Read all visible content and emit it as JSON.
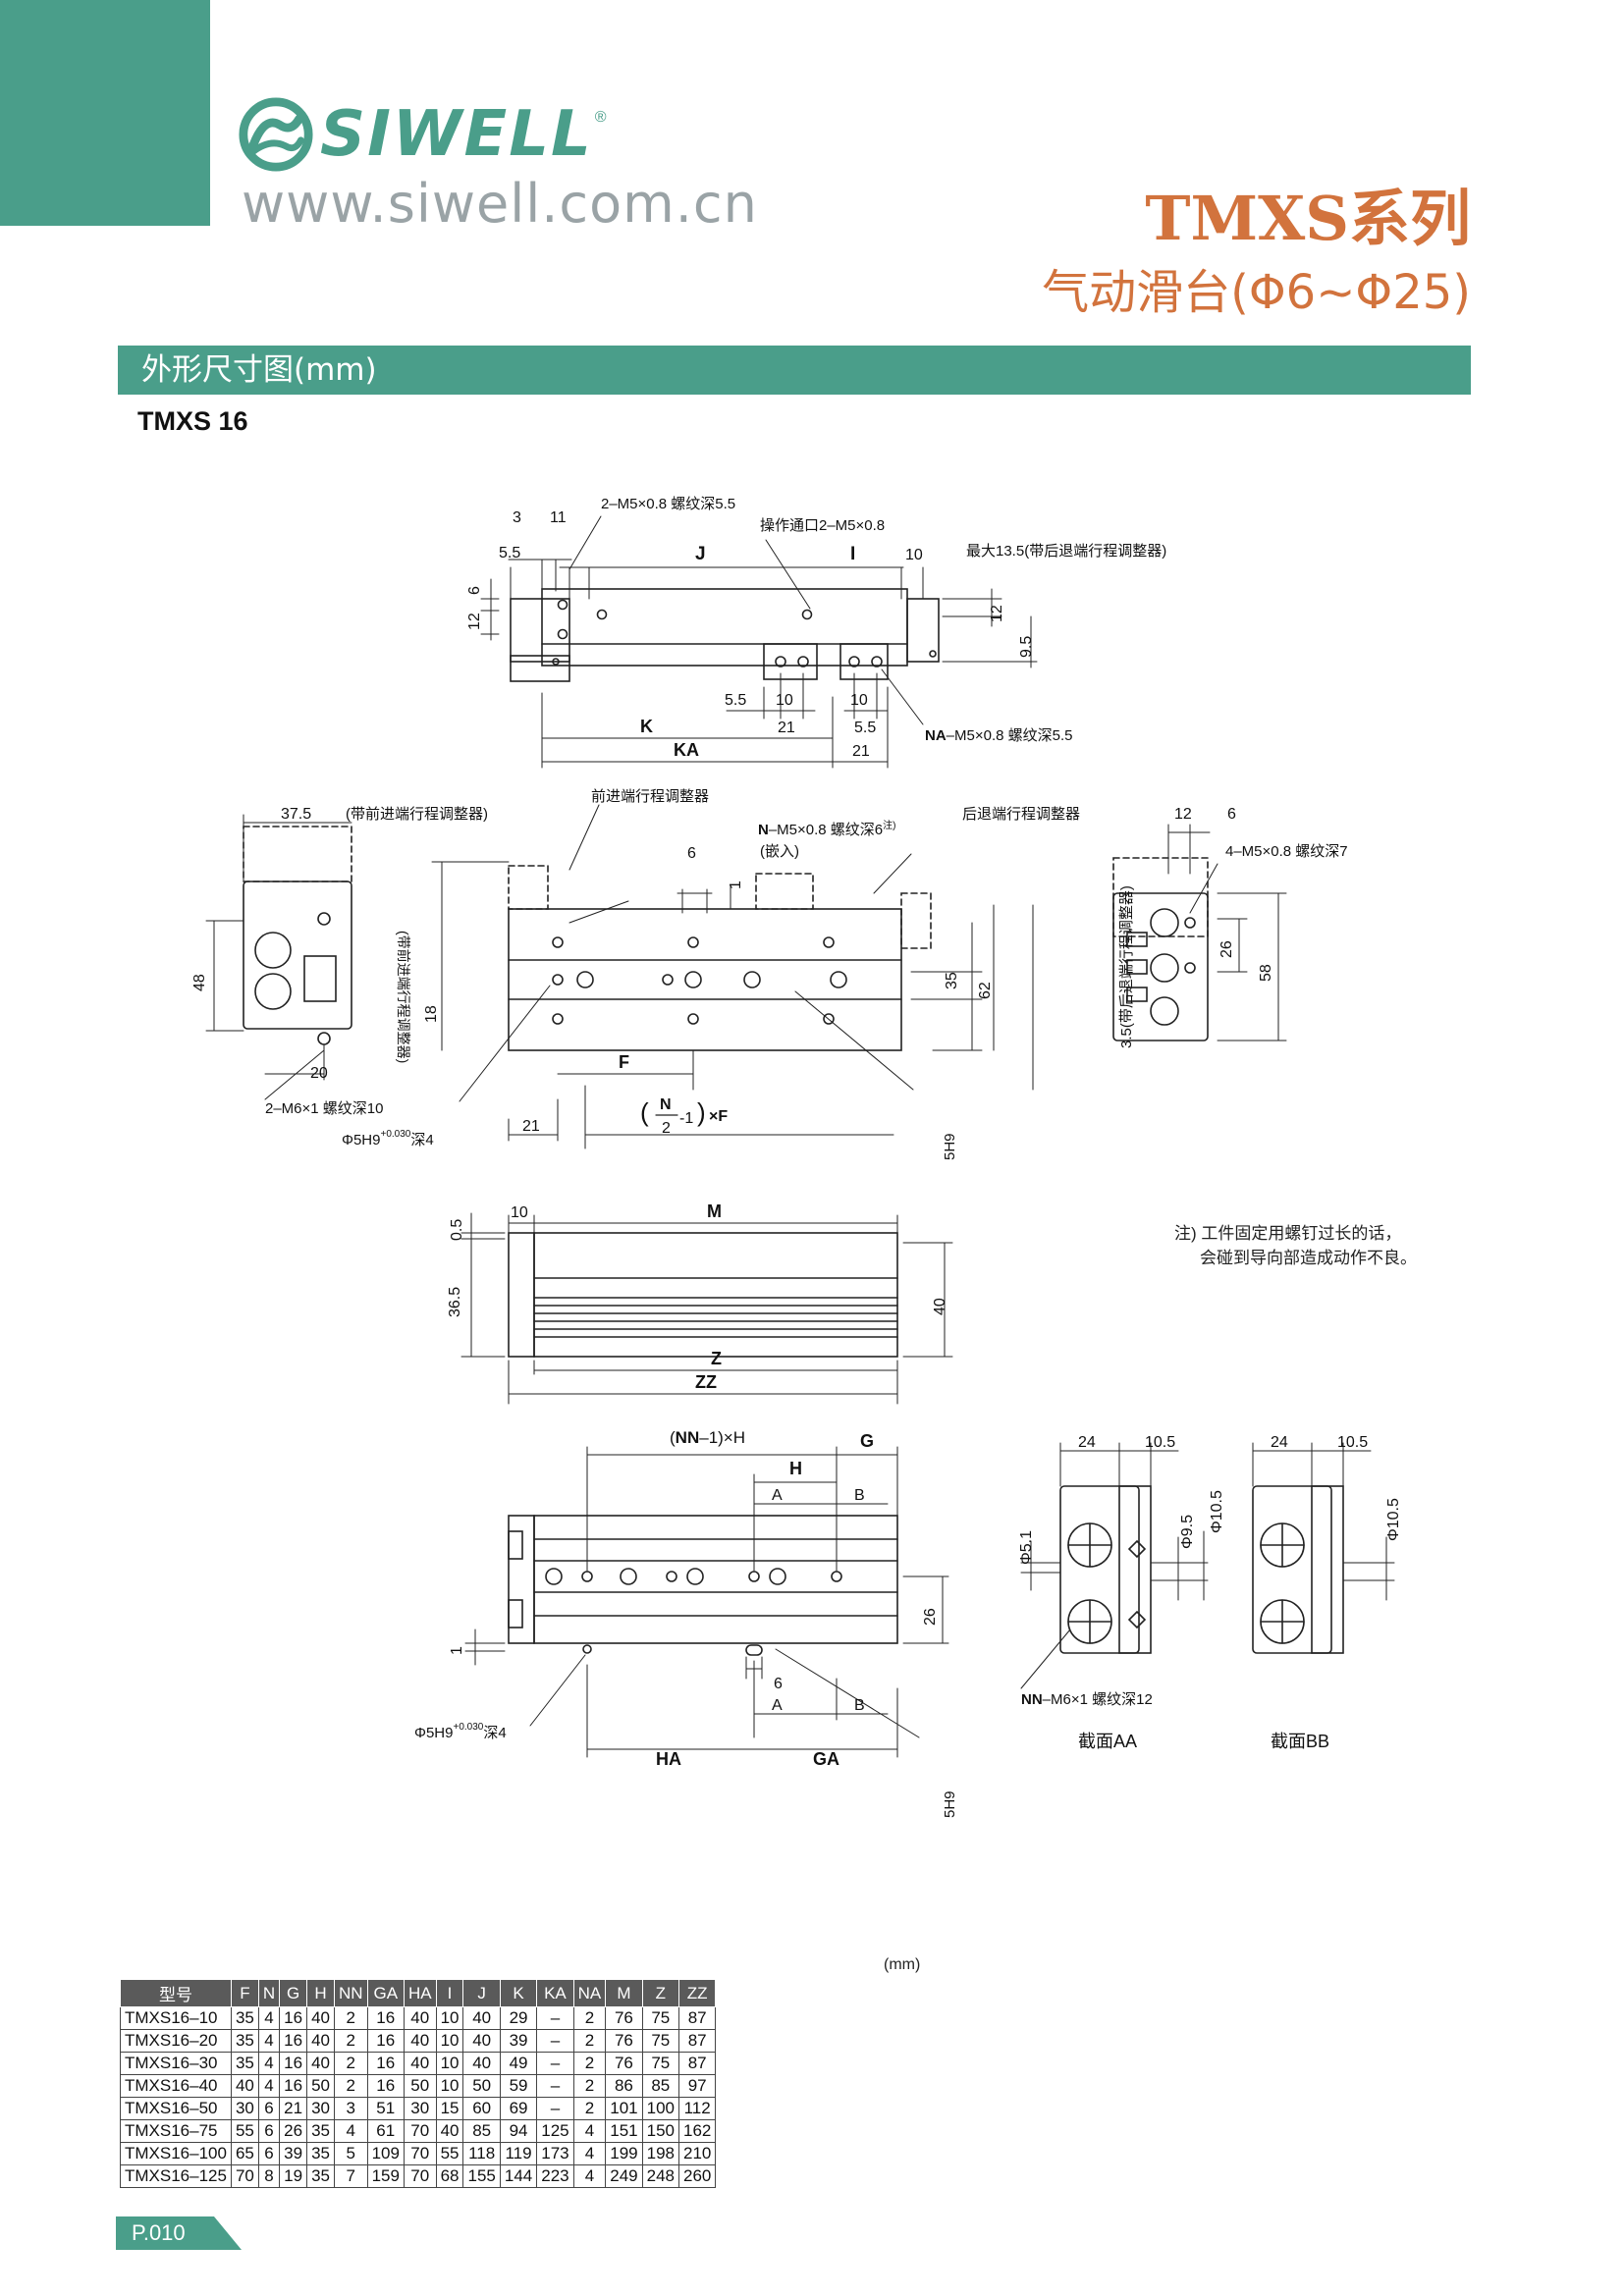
{
  "brand": {
    "name": "SIWELL",
    "registered": "®",
    "url": "www.siwell.com.cn"
  },
  "series": {
    "title": "TMXS系列",
    "subtitle": "气动滑台(Φ6~Φ25)"
  },
  "section": {
    "title": "外形尺寸图(mm)"
  },
  "model": "TMXS 16",
  "drawing_labels": {
    "top_view": {
      "d3": "3",
      "d11": "11",
      "d5_5": "5.5",
      "d6": "6",
      "d12": "12",
      "dJ": "J",
      "dI": "I",
      "d10": "10",
      "note_max": "最大13.5(带后退端行程调整器)",
      "thread_top": "2–M5×0.8 螺纹深5.5",
      "port": "操作通口2–M5×0.8",
      "d12r": "12",
      "d9_5": "9.5",
      "b5_5": "5.5",
      "b10": "10",
      "b10b": "10",
      "b21": "21",
      "b5_5b": "5.5",
      "bK": "K",
      "bKA": "KA",
      "b21b": "21",
      "na_thread_key": "NA",
      "na_thread": "–M5×0.8 螺纹深5.5"
    },
    "front_view": {
      "d37_5": "37.5",
      "front_adj_note": "(带前进端行程调整器)",
      "front_adj": "前进端行程调整器",
      "n_thread_key": "N",
      "n_thread": "–M5×0.8 螺纹深6",
      "note_mark": "注)",
      "embed": "(嵌入)",
      "rear_adj": "后退端行程调整器",
      "d12": "12",
      "d6": "6",
      "m5_thread": "4–M5×0.8 螺纹深7",
      "d6b": "6",
      "d1": "1",
      "d48": "48",
      "d18": "18",
      "d18_note": "(带前进端行程调整器)",
      "d35": "35",
      "d62": "62",
      "d26": "26",
      "d58": "58",
      "dF": "F",
      "d20": "20",
      "m6_thread": "2–M6×1 螺纹深10",
      "phi5h9": "Φ5H9",
      "tol_hi": "+0.030",
      "tol_lo": "0",
      "depth4": "深4",
      "d21": "21",
      "nf_N": "N",
      "nf_2": "2",
      "nf_tail": "-1",
      "nf_F": "×F",
      "slot5h9": "5H9",
      "rear_note": "3.5(带后退端行程调整器)"
    },
    "side_view": {
      "d0_5": "0.5",
      "d10": "10",
      "dM": "M",
      "d36_5": "36.5",
      "d40": "40",
      "dZ": "Z",
      "dZZ": "ZZ"
    },
    "bottom_view": {
      "nn_h_open": "(",
      "nn_h_key": "NN",
      "nn_h_tail": "–1)×H",
      "dG": "G",
      "dH": "H",
      "dA": "A",
      "dB": "B",
      "d26": "26",
      "d1": "1",
      "d6": "6",
      "dA2": "A",
      "dB2": "B",
      "dHA": "HA",
      "dGA": "GA",
      "phi5h9": "Φ5H9",
      "tol_hi": "+0.030",
      "tol_lo": "0",
      "depth4": "深4",
      "slot5h9": "5H9"
    },
    "sections": {
      "d24": "24",
      "d10_5": "10.5",
      "p5_1": "Φ5.1",
      "p9_5": "Φ9.5",
      "p10_5": "Φ10.5",
      "d24b": "24",
      "d10_5b": "10.5",
      "p10_5b": "Φ10.5",
      "nn_key": "NN",
      "nn_thread": "–M6×1 螺纹深12",
      "aa": "截面AA",
      "bb": "截面BB"
    }
  },
  "note": {
    "line1": "注) 工件固定用螺钉过长的话，",
    "line2": "会碰到导向部造成动作不良。"
  },
  "table": {
    "unit": "(mm)",
    "headers": [
      "型号",
      "F",
      "N",
      "G",
      "H",
      "NN",
      "GA",
      "HA",
      "I",
      "J",
      "K",
      "KA",
      "NA",
      "M",
      "Z",
      "ZZ"
    ],
    "rows": [
      [
        "TMXS16–10",
        "35",
        "4",
        "16",
        "40",
        "2",
        "16",
        "40",
        "10",
        "40",
        "29",
        "–",
        "2",
        "76",
        "75",
        "87"
      ],
      [
        "TMXS16–20",
        "35",
        "4",
        "16",
        "40",
        "2",
        "16",
        "40",
        "10",
        "40",
        "39",
        "–",
        "2",
        "76",
        "75",
        "87"
      ],
      [
        "TMXS16–30",
        "35",
        "4",
        "16",
        "40",
        "2",
        "16",
        "40",
        "10",
        "40",
        "49",
        "–",
        "2",
        "76",
        "75",
        "87"
      ],
      [
        "TMXS16–40",
        "40",
        "4",
        "16",
        "50",
        "2",
        "16",
        "50",
        "10",
        "50",
        "59",
        "–",
        "2",
        "86",
        "85",
        "97"
      ],
      [
        "TMXS16–50",
        "30",
        "6",
        "21",
        "30",
        "3",
        "51",
        "30",
        "15",
        "60",
        "69",
        "–",
        "2",
        "101",
        "100",
        "112"
      ],
      [
        "TMXS16–75",
        "55",
        "6",
        "26",
        "35",
        "4",
        "61",
        "70",
        "40",
        "85",
        "94",
        "125",
        "4",
        "151",
        "150",
        "162"
      ],
      [
        "TMXS16–100",
        "65",
        "6",
        "39",
        "35",
        "5",
        "109",
        "70",
        "55",
        "118",
        "119",
        "173",
        "4",
        "199",
        "198",
        "210"
      ],
      [
        "TMXS16–125",
        "70",
        "8",
        "19",
        "35",
        "7",
        "159",
        "70",
        "68",
        "155",
        "144",
        "223",
        "4",
        "249",
        "248",
        "260"
      ]
    ]
  },
  "page": "P.010",
  "colors": {
    "brand": "#4a9e8a",
    "accent": "#d2733d",
    "table_header": "#5a5a5a"
  }
}
